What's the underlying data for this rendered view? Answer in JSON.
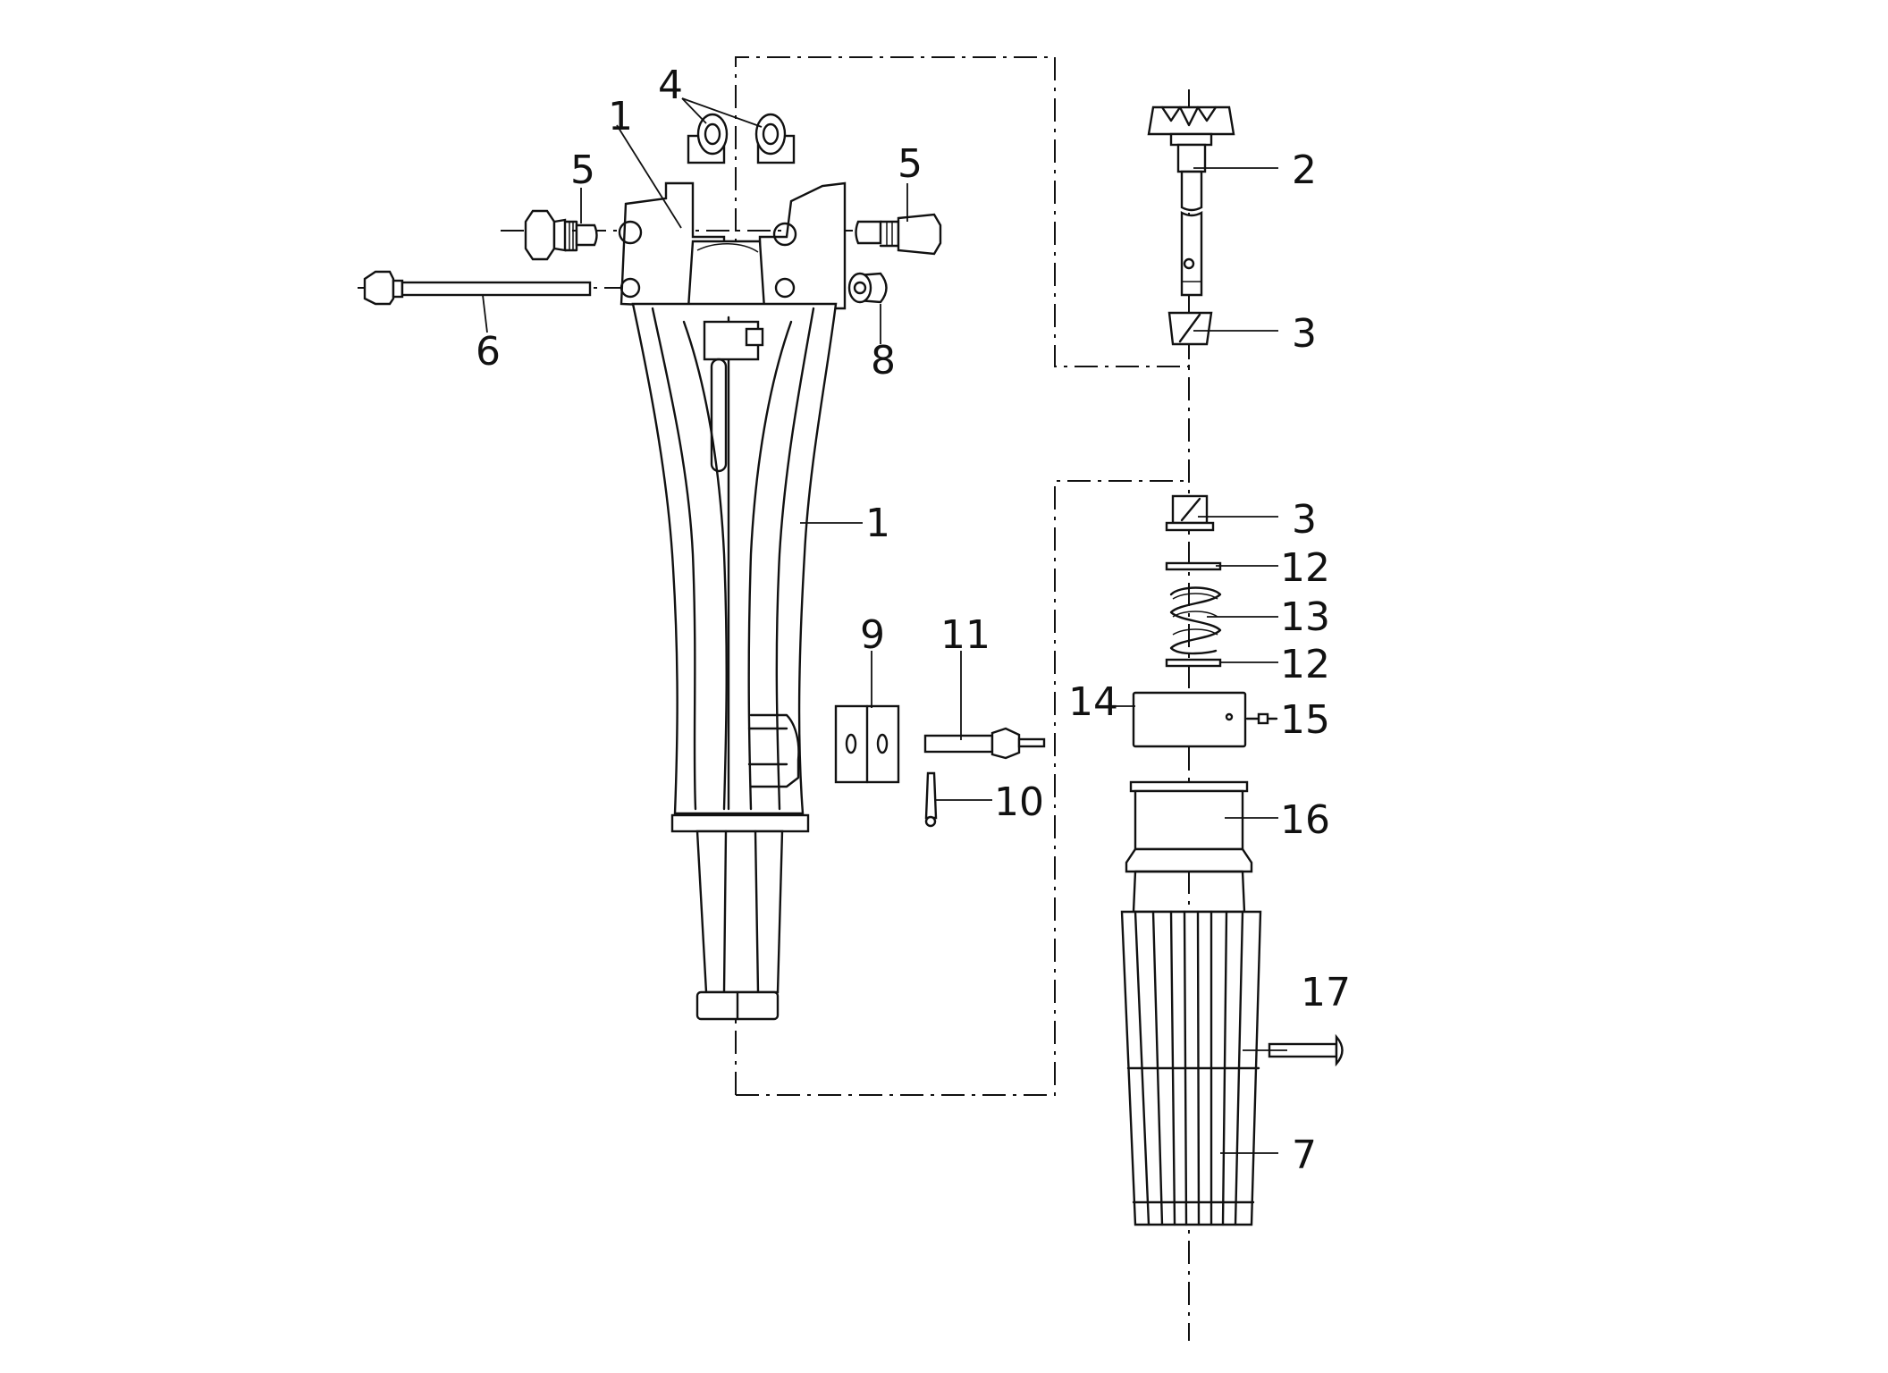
{
  "callouts": {
    "c1a": "1",
    "c1b": "1",
    "c2": "2",
    "c3a": "3",
    "c3b": "3",
    "c4": "4",
    "c5a": "5",
    "c5b": "5",
    "c6": "6",
    "c7": "7",
    "c8": "8",
    "c9": "9",
    "c10": "10",
    "c11": "11",
    "c12a": "12",
    "c12b": "12",
    "c13": "13",
    "c14": "14",
    "c15": "15",
    "c16": "16",
    "c17": "17"
  }
}
